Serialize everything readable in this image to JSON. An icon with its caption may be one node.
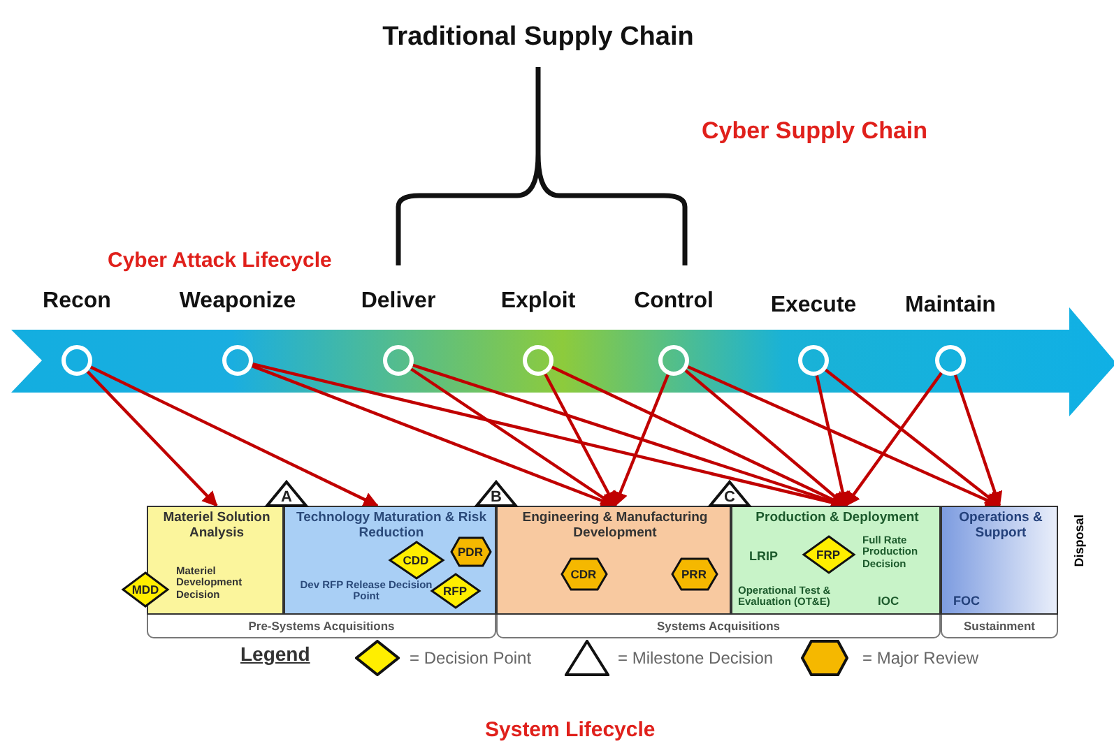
{
  "diagram": {
    "title": "Traditional Supply Chain",
    "nodes": [
      {
        "text": [],
        "shape": "circle",
        "beside": [
          "Recon"
        ]
      },
      {
        "text": [],
        "shape": "circle",
        "beside": [
          "Weaponize"
        ]
      },
      {
        "text": [],
        "shape": "circle",
        "beside": [
          "Deliver"
        ]
      },
      {
        "text": [],
        "shape": "circle",
        "beside": [
          "Exploit"
        ]
      },
      {
        "text": [],
        "shape": "circle",
        "beside": [
          "Control"
        ]
      },
      {
        "text": [],
        "shape": "circle",
        "beside": [
          "Execute"
        ]
      },
      {
        "text": [],
        "shape": "circle",
        "beside": [
          "Maintain"
        ]
      },
      {
        "text": [
          "Materiel Solution Analysis",
          "Materiel Development Decision"
        ]
      },
      {
        "text": [
          "MDD"
        ]
      },
      {
        "text": [
          "Technology Maturation & Risk Reduction",
          "Dev RFP Release Decision Point"
        ]
      },
      {
        "text": [
          "CDD"
        ],
        "in": 9
      },
      {
        "text": [
          "PDR"
        ],
        "in": 9
      },
      {
        "text": [
          "RFP"
        ],
        "in": 9
      },
      {
        "text": [
          "Engineering & Manufacturing Development"
        ]
      },
      {
        "text": [
          "CDR"
        ],
        "in": 13
      },
      {
        "text": [
          "PRR"
        ],
        "in": 13
      },
      {
        "text": [
          "Production & Deployment",
          "LRIP",
          "Full Rate Production Decision",
          "Operational Test & Evaluation (OT&E)",
          "IOC"
        ]
      },
      {
        "text": [
          "FRP"
        ],
        "in": 16
      },
      {
        "text": [
          "Operations & Support",
          "FOC"
        ]
      },
      {
        "text": [
          "Pre-Systems Acquisitions"
        ]
      },
      {
        "text": [
          "Systems Acquisitions"
        ]
      },
      {
        "text": [
          "Sustainment"
        ]
      },
      {
        "text": [
          "A"
        ]
      },
      {
        "text": [
          "B"
        ]
      },
      {
        "text": [
          "C"
        ]
      }
    ],
    "edges": [
      {
        "from": 0,
        "to": 7,
        "arrow": "to"
      },
      {
        "from": 0,
        "to": 9,
        "arrow": "to"
      },
      {
        "from": 1,
        "to": 13,
        "arrow": "to"
      },
      {
        "from": 1,
        "to": 16,
        "arrow": "to"
      },
      {
        "from": 2,
        "to": 13,
        "arrow": "to"
      },
      {
        "from": 2,
        "to": 16,
        "arrow": "to"
      },
      {
        "from": 3,
        "to": 13,
        "arrow": "to"
      },
      {
        "from": 3,
        "to": 16,
        "arrow": "to"
      },
      {
        "from": 4,
        "to": 13,
        "arrow": "to"
      },
      {
        "from": 4,
        "to": 16,
        "arrow": "to"
      },
      {
        "from": 4,
        "to": 18,
        "arrow": "to"
      },
      {
        "from": 5,
        "to": 16,
        "arrow": "to"
      },
      {
        "from": 5,
        "to": 18,
        "arrow": "to"
      },
      {
        "from": 6,
        "to": 16,
        "arrow": "to"
      },
      {
        "from": 6,
        "to": 18,
        "arrow": "to"
      }
    ],
    "labels": [
      "Cyber Supply Chain",
      "Cyber Attack Lifecycle",
      "Disposal",
      "Legend",
      "System Lifecycle"
    ],
    "legend": [
      {
        "text": "= Decision Point"
      },
      {
        "text": "= Milestone Decision"
      },
      {
        "text": "= Major Review"
      }
    ]
  }
}
